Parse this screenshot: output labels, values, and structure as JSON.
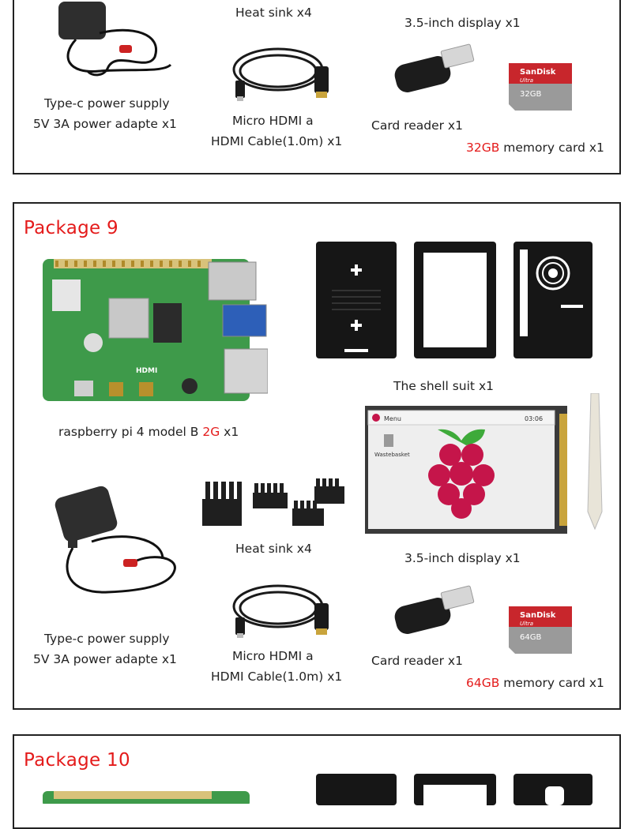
{
  "package_prev": {
    "items": {
      "heat_sink": "Heat sink x4",
      "display": "3.5-inch display x1",
      "power_line1": "Type-c power supply",
      "power_line2": "5V 3A power adapte x1",
      "hdmi_line1": "Micro HDMI a",
      "hdmi_line2": "HDMI Cable(1.0m) x1",
      "card_reader": "Card reader x1",
      "memory_size": "32GB",
      "memory_rest": " memory card x1",
      "sd_size_label": "32GB"
    }
  },
  "package_9": {
    "title": "Package 9",
    "items": {
      "shell": "The shell suit x1",
      "pi_prefix": "raspberry pi 4 model B ",
      "pi_ram": "2G",
      "pi_suffix": " x1",
      "heat_sink": "Heat sink x4",
      "display": "3.5-inch display x1",
      "power_line1": "Type-c power supply",
      "power_line2": "5V 3A power adapte x1",
      "hdmi_line1": "Micro HDMI a",
      "hdmi_line2": "HDMI Cable(1.0m) x1",
      "card_reader": "Card reader x1",
      "memory_size": "64GB",
      "memory_rest": " memory card x1",
      "sd_size_label": "64GB"
    },
    "screen": {
      "menu": "Menu",
      "clock": "03:06",
      "wastebasket": "Wastebasket"
    }
  },
  "package_10": {
    "title": "Package 10"
  },
  "colors": {
    "accent_red": "#e41b1b",
    "border": "#222222",
    "pcb_green": "#3e9a4a"
  }
}
